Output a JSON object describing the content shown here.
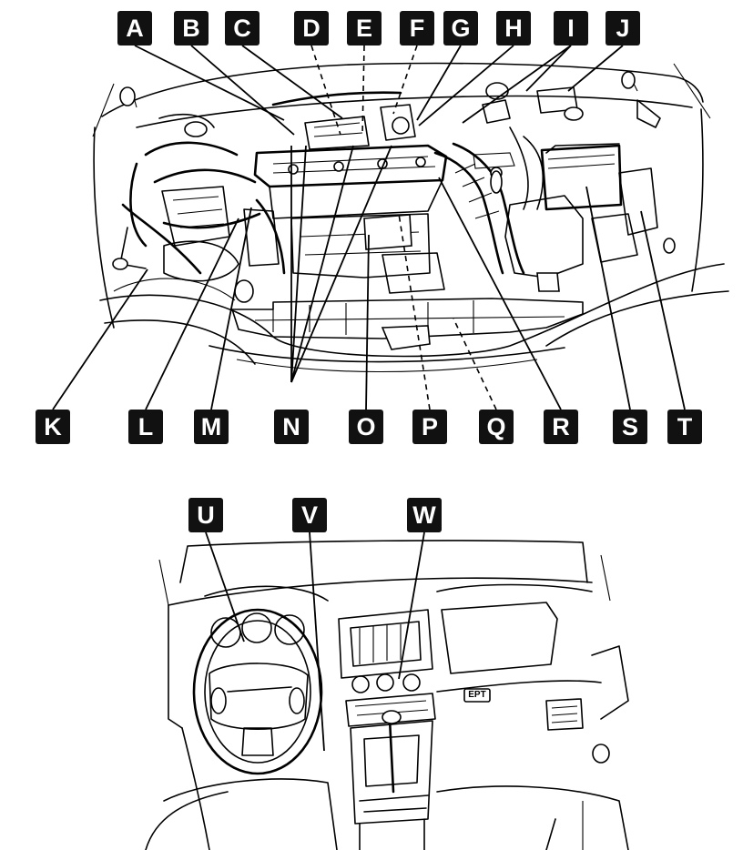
{
  "figure": {
    "engine_bay_callouts": [
      "A",
      "B",
      "C",
      "D",
      "E",
      "F",
      "G",
      "H",
      "I",
      "J",
      "K",
      "L",
      "M",
      "N",
      "O",
      "P",
      "Q",
      "R",
      "S",
      "T"
    ],
    "interior_callouts": [
      "U",
      "V",
      "W"
    ],
    "dash_label": "EPT"
  }
}
